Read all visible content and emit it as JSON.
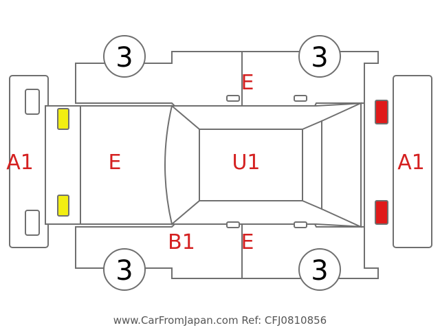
{
  "panels": {
    "front_bumper": "A1",
    "rear_bumper": "A1",
    "hood": "E",
    "roof": "U1",
    "right_doors": "E",
    "left_doors": "E",
    "left_front_fender": "B1"
  },
  "tires": {
    "front_left": "3",
    "front_right": "3",
    "rear_left": "3",
    "rear_right": "3"
  },
  "lights": {
    "front": {
      "color": "#f2ee12",
      "label": "headlight"
    },
    "rear": {
      "color": "#e01a1a",
      "label": "taillight"
    }
  },
  "colors": {
    "damage_code": "#d42020",
    "outline": "#6f6f6f"
  },
  "caption": "www.CarFromJapan.com Ref: CFJ0810856"
}
